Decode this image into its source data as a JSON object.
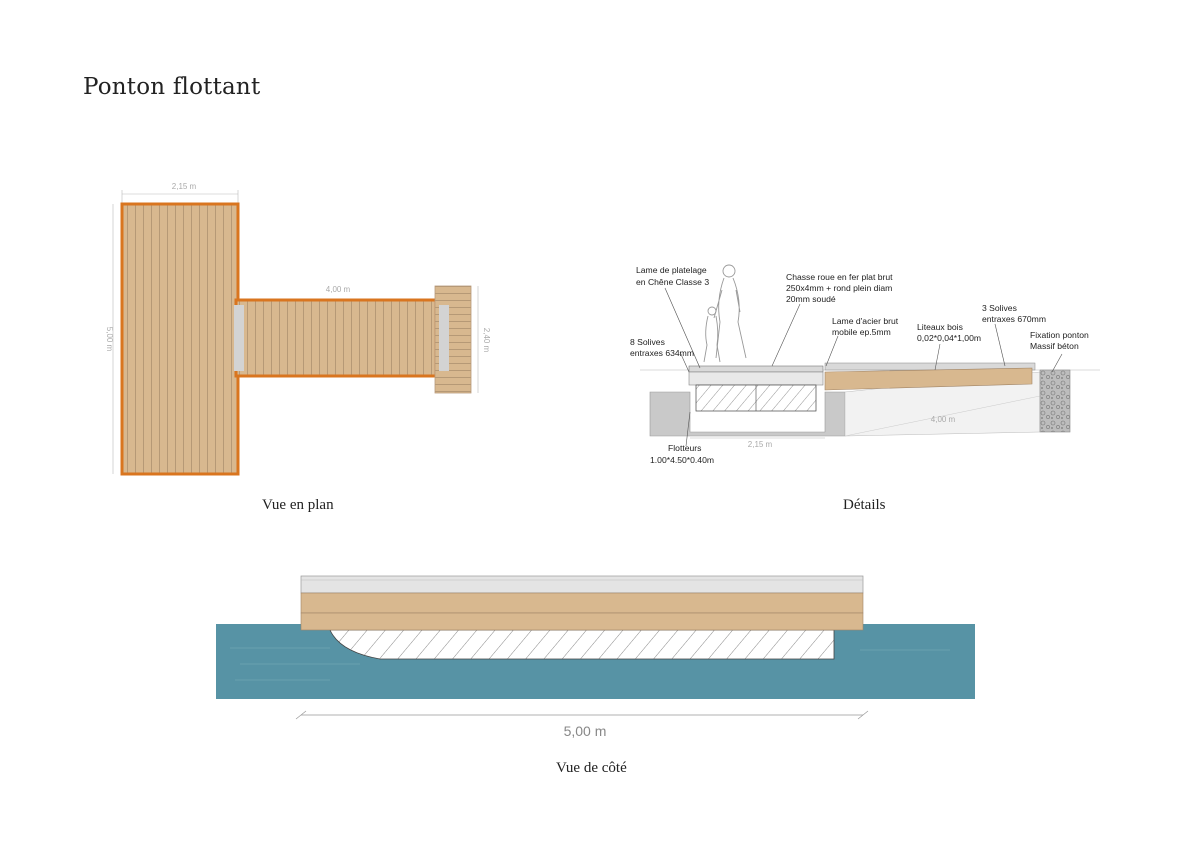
{
  "title": "Ponton flottant",
  "captions": {
    "plan": "Vue en plan",
    "details": "Détails",
    "side": "Vue de côté"
  },
  "plan": {
    "dim_width_top": "2,15 m",
    "dim_height_left": "5,00 m",
    "dim_walkway_length": "4,00 m",
    "dim_end_height": "2,40 m"
  },
  "details": {
    "labels": {
      "lame_platelage_1": "Lame de platelage",
      "lame_platelage_2": "en Chêne Classe 3",
      "chasse_roue_1": "Chasse roue en fer plat brut",
      "chasse_roue_2": "250x4mm + rond plein diam",
      "chasse_roue_3": "20mm soudé",
      "solives3_1": "3 Solives",
      "solives3_2": "entraxes 670mm",
      "lame_acier_1": "Lame d'acier brut",
      "lame_acier_2": "mobile ep.5mm",
      "liteaux_1": "Liteaux bois",
      "liteaux_2": "0,02*0,04*1,00m",
      "fixation_1": "Fixation ponton",
      "fixation_2": "Massif béton",
      "solives8_1": "8 Solives",
      "solives8_2": "entraxes 634mm",
      "flotteurs_1": "Flotteurs",
      "flotteurs_2": "1.00*4.50*0.40m"
    },
    "dim_pontoon": "2,15 m",
    "dim_walkway": "4,00 m"
  },
  "side": {
    "dim_length": "5,00 m"
  },
  "colors": {
    "wood": "#d8b88f",
    "wood_line": "#a08466",
    "orange": "#d9751f",
    "water": "#5793a5",
    "concrete": "#c9c9c9",
    "grey_frame": "#b9b9b9"
  }
}
